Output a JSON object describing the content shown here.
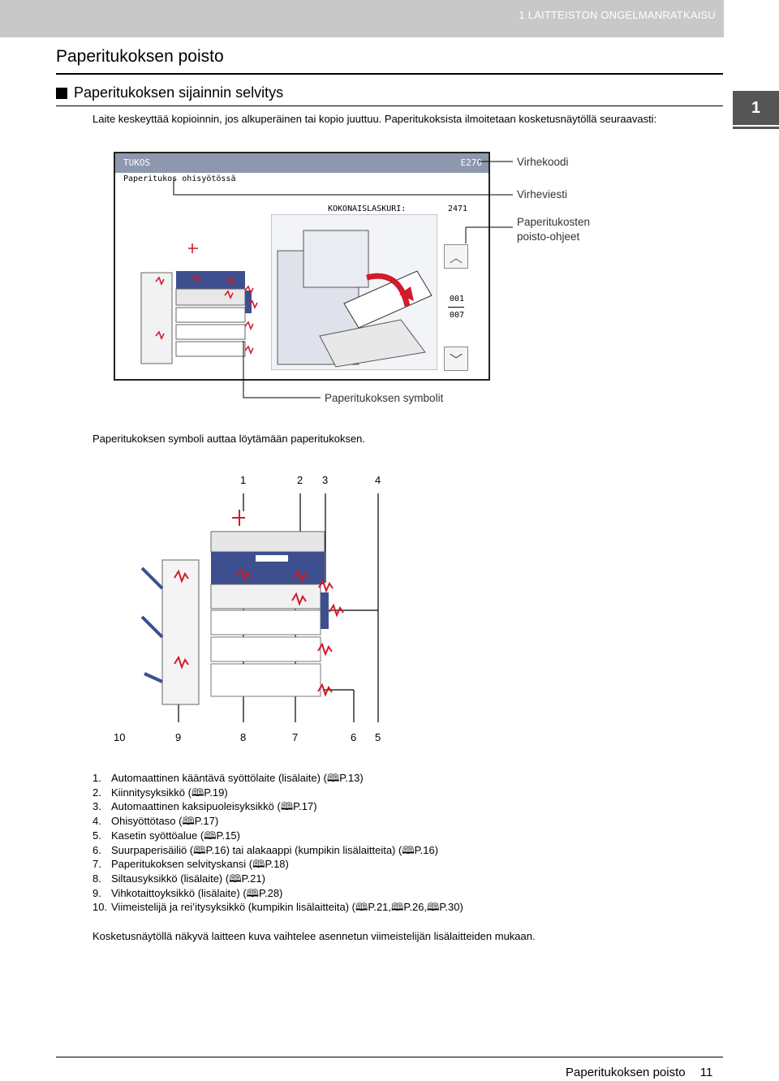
{
  "header": {
    "chapter_label": "1 LAITTEISTON ONGELMANRATKAISU"
  },
  "chapter_tab": "1",
  "title": "Paperitukoksen poisto",
  "section_title": "Paperitukoksen sijainnin selvitys",
  "intro": "Laite keskeyttää kopioinnin, jos alkuperäinen tai kopio juuttuu. Paperitukoksista ilmoitetaan kosketusnäytöllä seuraavasti:",
  "screen": {
    "title": "TUKOS",
    "code": "E270",
    "message": "Paperitukos ohisyötössä",
    "counter_label": "KOKONAISLASKURI:",
    "counter_value": "2471",
    "page_current": "001",
    "page_total": "007",
    "up_icon": "chevron-up-icon",
    "down_icon": "chevron-down-icon"
  },
  "callouts": {
    "error_code": "Virhekoodi",
    "error_message": "Virheviesti",
    "instructions_line1": "Paperitukosten",
    "instructions_line2": "poisto-ohjeet",
    "symbols": "Paperitukoksen symbolit"
  },
  "symbol_note": "Paperitukoksen symboli auttaa löytämään paperitukoksen.",
  "diagram_numbers": {
    "top": [
      "1",
      "2",
      "3",
      "4"
    ],
    "bottom": [
      "10",
      "9",
      "8",
      "7",
      "6",
      "5"
    ]
  },
  "locations": [
    {
      "num": "1.",
      "text": "Automaattinen kääntävä syöttölaite (lisälaite) (",
      "refs": [
        "P.13)"
      ]
    },
    {
      "num": "2.",
      "text": "Kiinnitysyksikkö (",
      "refs": [
        "P.19)"
      ]
    },
    {
      "num": "3.",
      "text": "Automaattinen kaksipuoleisyksikkö (",
      "refs": [
        "P.17)"
      ]
    },
    {
      "num": "4.",
      "text": "Ohisyöttötaso (",
      "refs": [
        "P.17)"
      ]
    },
    {
      "num": "5.",
      "text": "Kasetin syöttöalue (",
      "refs": [
        "P.15)"
      ]
    },
    {
      "num": "6.",
      "text": "Suurpaperisäiliö (",
      "refs": [
        "P.16) tai alakaappi (kumpikin lisälaitteita) (",
        "P.16)"
      ]
    },
    {
      "num": "7.",
      "text": "Paperitukoksen selvityskansi (",
      "refs": [
        "P.18)"
      ]
    },
    {
      "num": "8.",
      "text": "Siltausyksikkö (lisälaite) (",
      "refs": [
        "P.21)"
      ]
    },
    {
      "num": "9.",
      "text": "Vihkotaittoyksikkö (lisälaite) (",
      "refs": [
        "P.28)"
      ]
    },
    {
      "num": "10.",
      "text": "Viimeistelijä ja rei’itysyksikkö (kumpikin lisälaitteita) (",
      "refs": [
        "P.21,",
        "P.26,",
        "P.30)"
      ]
    }
  ],
  "ref_icon": "book-icon",
  "note": "Kosketusnäytöllä näkyvä laitteen kuva vaihtelee asennetun viimeistelijän lisälaitteiden mukaan.",
  "footer": {
    "title": "Paperitukoksen poisto",
    "page": "11"
  },
  "colors": {
    "header_bg": "#c8c8c8",
    "screen_titlebar": "#8d97ae",
    "machine_blue": "#3d4f8e",
    "jam_red": "#d21a2a"
  }
}
